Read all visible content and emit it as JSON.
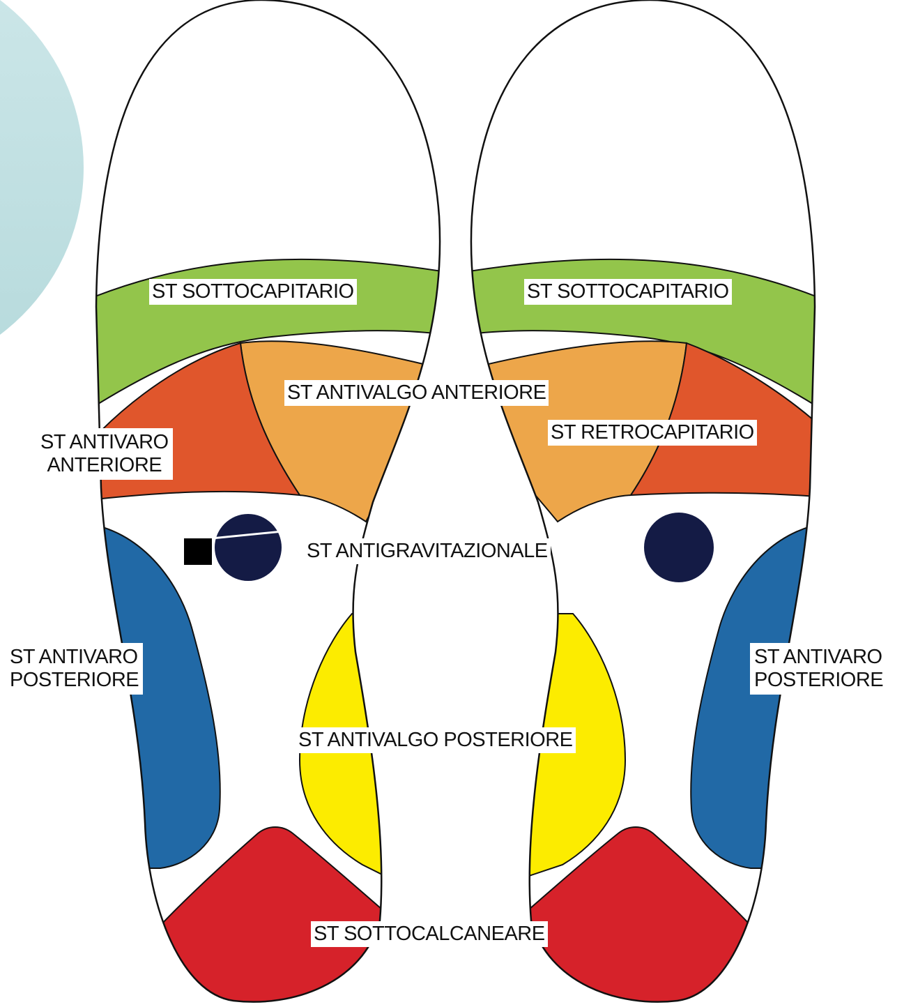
{
  "colors": {
    "background": "#ffffff",
    "outline": "#111111",
    "decor_circle_top": "#cde7e9",
    "decor_circle_bottom": "#b6dadc",
    "sottocapitario": "#93c54b",
    "antivaro_anteriore": "#e0562c",
    "antivalgo_anteriore": "#eda64a",
    "retrocapitario": "#e0562c",
    "antivaro_posteriore": "#2169a6",
    "antivalgo_posteriore": "#fcec00",
    "sottocalcaneare": "#d6222a",
    "antigravitazionale_dot": "#141b45",
    "marker_square": "#000000"
  },
  "labels": {
    "left_sottocapitario": "ST SOTTOCAPITARIO",
    "right_sottocapitario": "ST SOTTOCAPITARIO",
    "antivalgo_anteriore": "ST ANTIVALGO ANTERIORE",
    "antivaro_anteriore_line1": "ST ANTIVARO",
    "antivaro_anteriore_line2": "ANTERIORE",
    "retrocapitario": "ST RETROCAPITARIO",
    "antigravitazionale": "ST ANTIGRAVITAZIONALE",
    "left_antivaro_posteriore_line1": "ST ANTIVARO",
    "left_antivaro_posteriore_line2": "POSTERIORE",
    "right_antivaro_posteriore_line1": "ST ANTIVARO",
    "right_antivaro_posteriore_line2": "POSTERIORE",
    "antivalgo_posteriore": "ST ANTIVALGO POSTERIORE",
    "sottocalcaneare": "ST SOTTOCALCANEARE"
  }
}
